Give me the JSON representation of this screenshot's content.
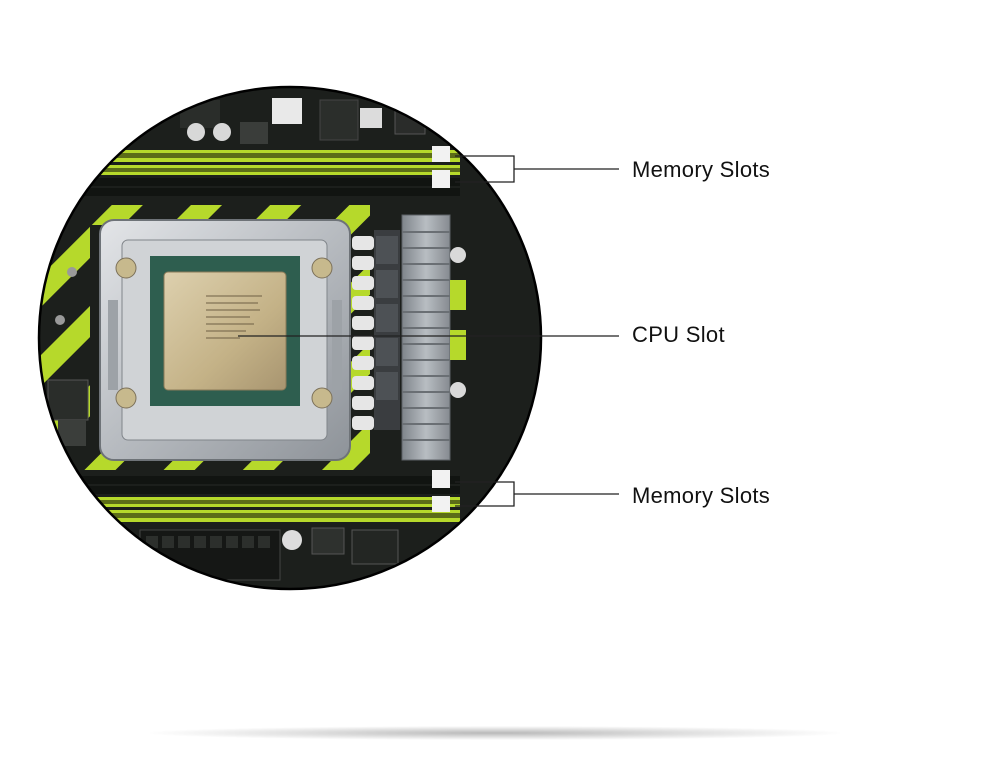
{
  "callouts": {
    "memory_slots_top": "Memory Slots",
    "cpu_slot": "CPU Slot",
    "memory_slots_bottom": "Memory Slots"
  },
  "colors": {
    "pcb": "#1c1f1c",
    "accent_green": "#b6d92b",
    "heatsink": "#9ea3a8",
    "socket_metal": "#c4c7cb",
    "cpu_lid": "#c9b78f",
    "leader_line": "#222222"
  }
}
